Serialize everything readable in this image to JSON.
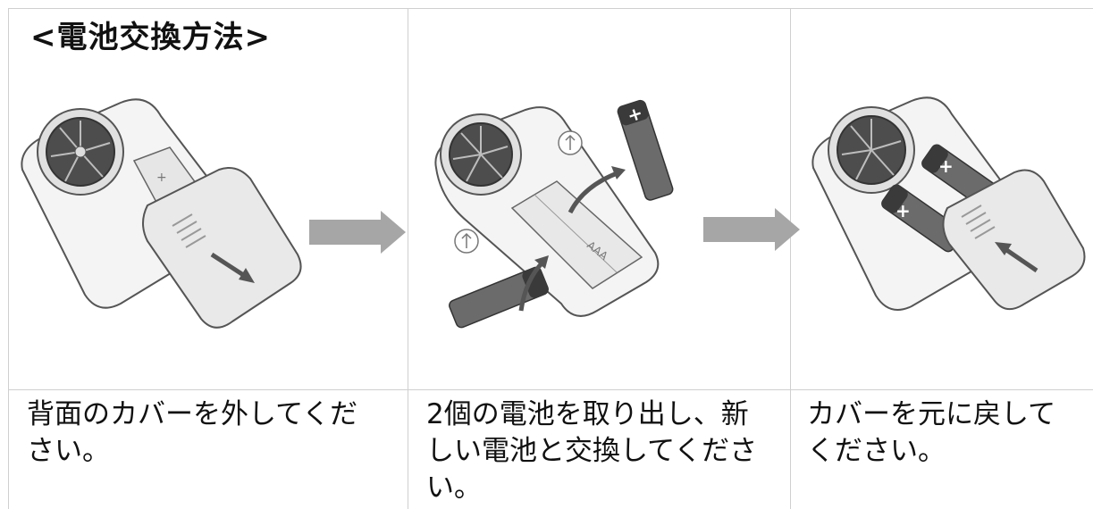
{
  "title": "<電池交換方法>",
  "steps": [
    {
      "caption": "背面のカバーを外してください。"
    },
    {
      "caption": "2個の電池を取り出し、新しい電池と交換してください。"
    },
    {
      "caption": "カバーを元に戻してください。"
    }
  ],
  "battery_label": "AAA",
  "plus_sign": "+",
  "colors": {
    "border": "#cfcfcf",
    "arrow": "#a6a6a6",
    "battery": "#6b6b6b",
    "device": "#efefef"
  }
}
